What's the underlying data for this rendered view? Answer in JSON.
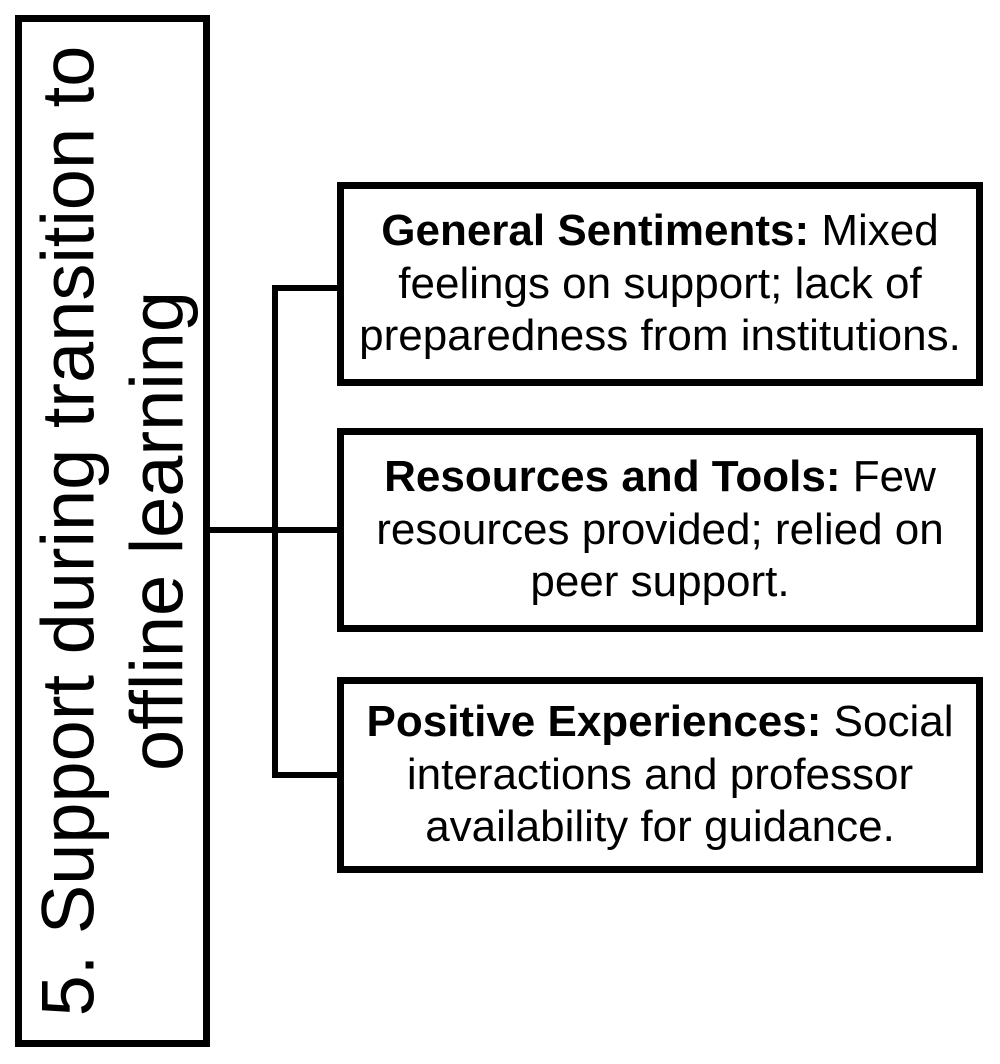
{
  "diagram": {
    "background_color": "#ffffff",
    "stroke_color": "#000000",
    "root": {
      "label": "5. Support during transition to offline learning"
    },
    "branches": [
      {
        "title": "General Sentiments:",
        "body": " Mixed feelings on support; lack of preparedness from institutions."
      },
      {
        "title": "Resources and Tools:",
        "body": " Few resources provided; relied on peer support."
      },
      {
        "title": "Positive Experiences:",
        "body": " Social interactions and professor availability for guidance."
      }
    ]
  }
}
